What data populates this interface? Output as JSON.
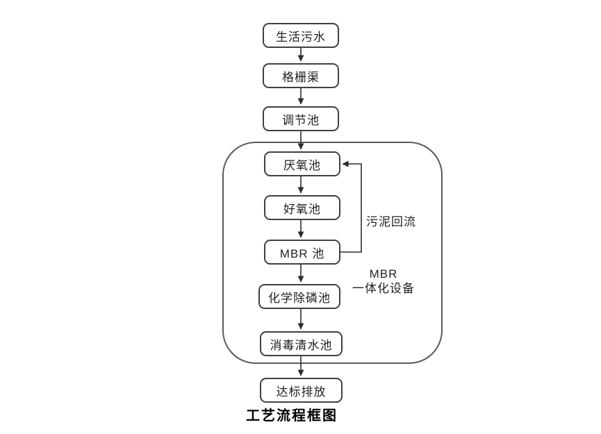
{
  "diagram": {
    "title": "工艺流程框图",
    "nodes": [
      {
        "id": "domestic-sewage",
        "label": "生活污水"
      },
      {
        "id": "grid-channel",
        "label": "格栅渠"
      },
      {
        "id": "regulating-tank",
        "label": "调节池"
      },
      {
        "id": "anaerobic-tank",
        "label": "厌氧池"
      },
      {
        "id": "aerobic-tank",
        "label": "好氧池"
      },
      {
        "id": "mbr-tank",
        "label": "MBR 池"
      },
      {
        "id": "chemical-phosphorus-removal-tank",
        "label": "化学除磷池"
      },
      {
        "id": "disinfection-clear-water-tank",
        "label": "消毒清水池"
      },
      {
        "id": "standard-discharge",
        "label": "达标排放"
      }
    ],
    "labels": {
      "sludge_return": "污泥回流",
      "mbr_unit_line1": "MBR",
      "mbr_unit_line2": "一体化设备"
    },
    "container": {
      "meaning": "MBR 一体化设备 boundary"
    },
    "colors": {
      "background": "#ffffff",
      "node_border": "#3f3f3f",
      "container_border": "#595959",
      "arrow": "#2b2b2b",
      "text": "#1f1f1f"
    }
  }
}
